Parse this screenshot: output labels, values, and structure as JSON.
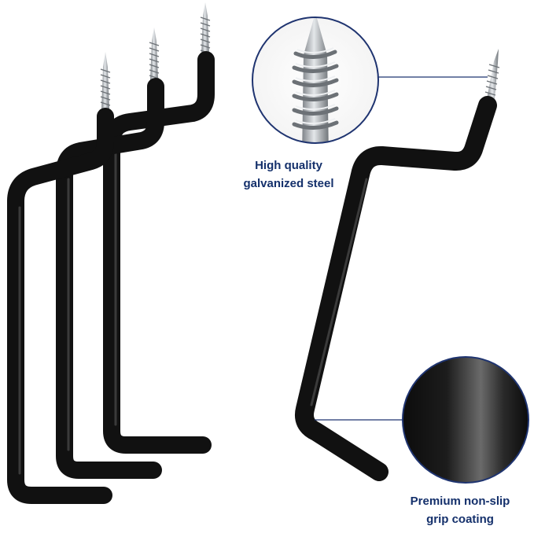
{
  "product_image": {
    "description_free": true,
    "colors": {
      "background": "#ffffff",
      "hook_coating": "#111111",
      "hook_highlight": "#3a3a3a",
      "screw_metal": "#b8bcc0",
      "callout_ring": "#1f3470",
      "caption_text": "#14306b"
    }
  },
  "callouts": {
    "steel": {
      "line1": "High quality",
      "line2": "galvanized steel"
    },
    "grip": {
      "line1": "Premium non-slip",
      "line2": "grip coating"
    }
  }
}
